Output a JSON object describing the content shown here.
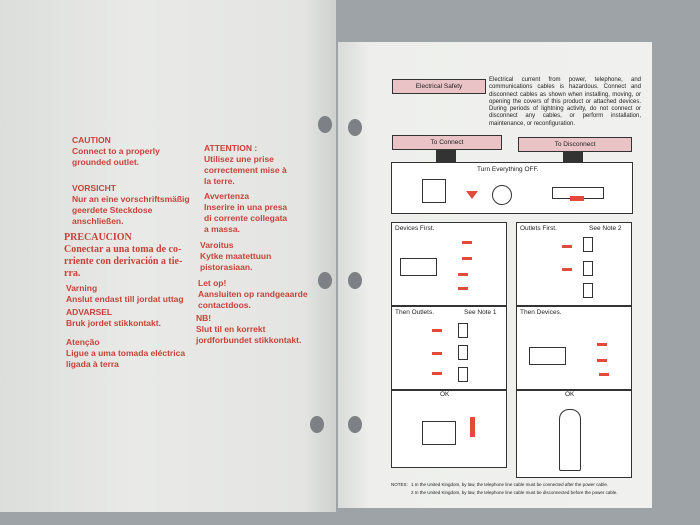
{
  "left_page": {
    "blocks": [
      {
        "heading": "CAUTION",
        "body": "Connect to a properly grounded outlet."
      },
      {
        "heading": "VORSICHT",
        "body": "Nur an eine vorschriftsmäßig geerdete Steckdose anschließen."
      },
      {
        "heading": "PRECAUCION",
        "body": "Conectar a una toma de co-rriente con derivación a tie-rra."
      },
      {
        "heading": "Varning",
        "body": "Anslut endast till jordat uttag"
      },
      {
        "heading": "ADVARSEL",
        "body": "Bruk jordet stikkontakt."
      },
      {
        "heading": "Atenção",
        "body": "Ligue a uma tomada eléctrica ligada à terra"
      },
      {
        "heading": "ATTENTION :",
        "body": "Utilisez une prise correctement mise à la terre."
      },
      {
        "heading": "Avvertenza",
        "body": "Inserire in una presa di corrente collegata a massa."
      },
      {
        "heading": "Varoitus",
        "body": "Kytke maatettuun pistorasiaan."
      },
      {
        "heading": "Let op!",
        "body": "Aansluiten op randgeaarde contactdoos."
      },
      {
        "heading": "NB!",
        "body": "Slut til en korrekt jordforbundet stikkontakt."
      }
    ]
  },
  "right_page": {
    "title": "Electrical Safety",
    "intro": "Electrical current from power, telephone, and communications cables is hazardous. Connect and disconnect cables as shown when installing, moving, or opening the covers of this product or attached devices. During periods of lightning activity, do not connect or disconnect any cables, or perform installation, maintenance, or reconfiguration.",
    "to_connect": "To Connect",
    "to_disconnect": "To Disconnect",
    "turn_off": "Turn Everything OFF.",
    "devices_first": "Devices First.",
    "outlets_first": "Outlets First.",
    "see_note_2": "See Note 2",
    "then_outlets": "Then Outlets.",
    "see_note_1": "See Note 1",
    "then_devices": "Then Devices.",
    "ok": "OK",
    "ok2": "OK",
    "notes_label": "NOTES:",
    "notes": [
      "1   In the United Kingdom, by law, the telephone line cable must be connected after the power cable.",
      "2   In the United Kingdom, by law, the telephone line cable must be disconnected before the power cable."
    ]
  }
}
